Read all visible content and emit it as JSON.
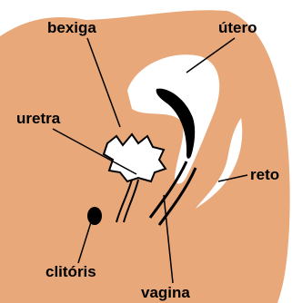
{
  "diagram": {
    "labels": {
      "bexiga": "bexiga",
      "utero": "útero",
      "uretra": "uretra",
      "reto": "reto",
      "clitoris": "clitóris",
      "vagina": "vagina"
    },
    "colors": {
      "skin": "#e8a87a",
      "skin_dark": "#d9925e",
      "organ": "#ffffff",
      "outline": "#000000",
      "background": "#ffffff"
    }
  }
}
